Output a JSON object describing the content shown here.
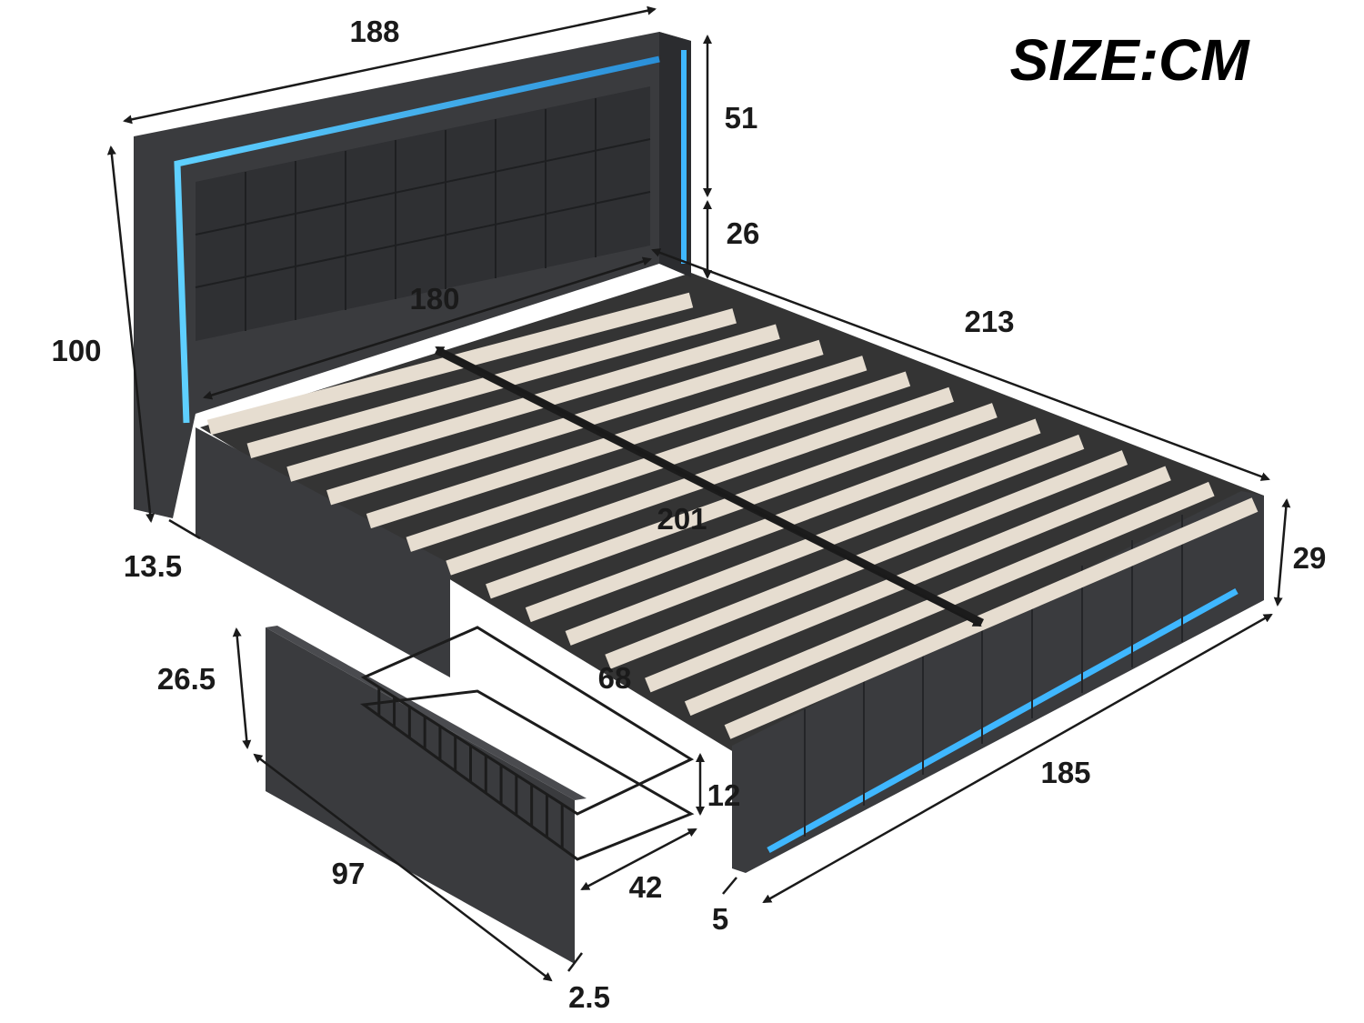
{
  "unit_label": "SIZE:CM",
  "dimensions": {
    "headboard_width": "188",
    "headboard_top_height": "51",
    "headboard_gap": "26",
    "inner_width": "180",
    "total_length": "213",
    "total_height": "100",
    "diagonal": "201",
    "side_rail_height": "29",
    "headboard_depth": "13.5",
    "drawer_height": "26.5",
    "drawer_basket_width": "68",
    "basket_height": "12",
    "side_rail_length": "185",
    "drawer_length": "97",
    "drawer_depth": "42",
    "rail_thickness": "5",
    "drawer_front_thickness": "2.5"
  },
  "colors": {
    "fabric": "#3a3b3e",
    "fabric_dark": "#2b2c2f",
    "led": "#3fb7ff",
    "slat": "#e6ddd0",
    "metal": "#1c1c1c"
  }
}
